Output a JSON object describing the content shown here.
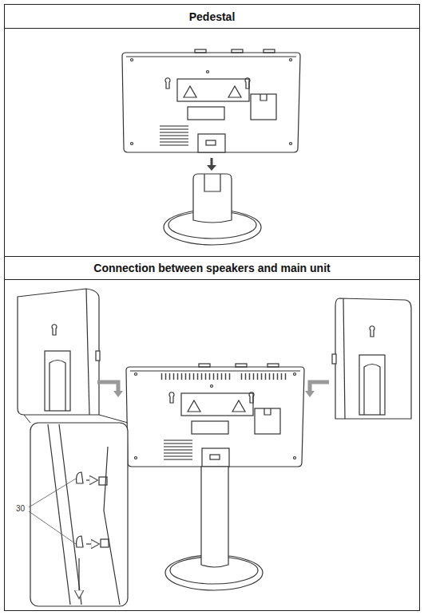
{
  "diagram": {
    "nodes": [
      {
        "text": [
          "Pedestal"
        ]
      },
      {
        "text": [
          "Connection between speakers and main unit"
        ]
      }
    ],
    "labels": [
      "30"
    ]
  }
}
